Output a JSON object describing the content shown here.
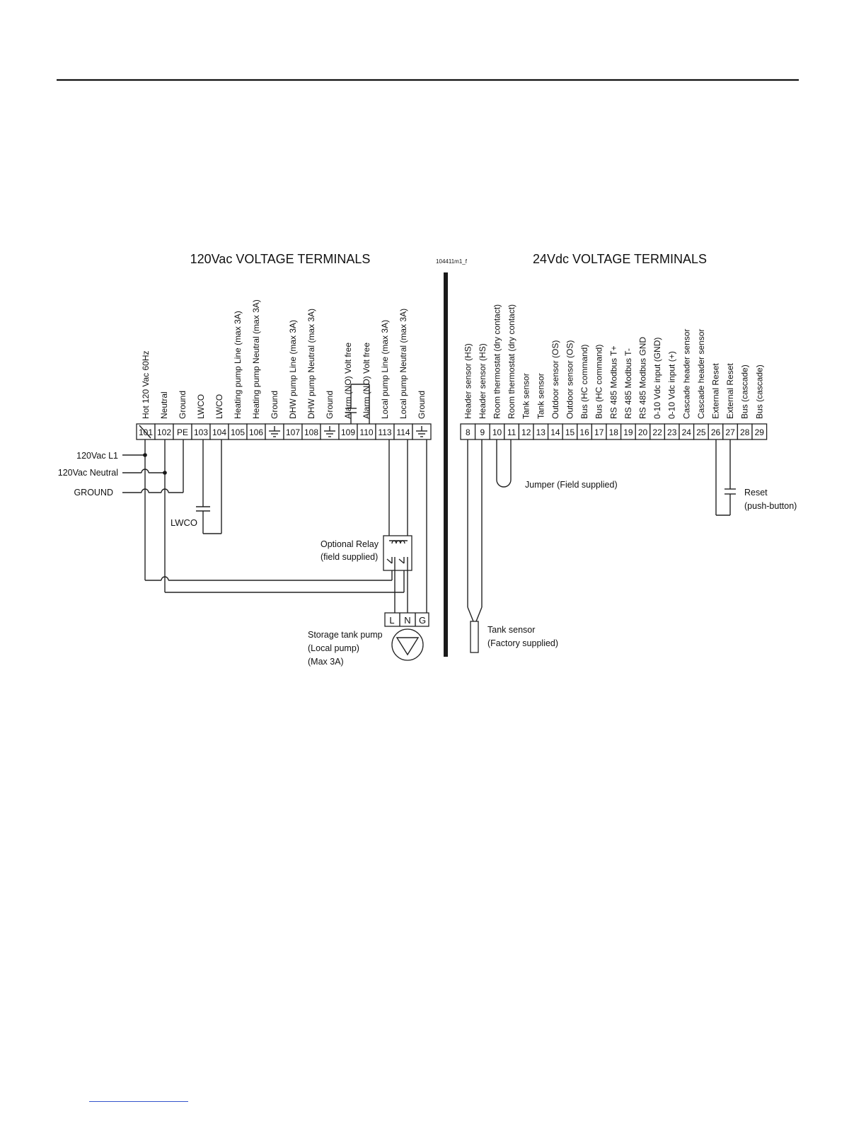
{
  "header_rule_color": "#111111",
  "titles": {
    "left": "120Vac VOLTAGE TERMINALS",
    "right": "24Vdc VOLTAGE TERMINALS",
    "figure_code": "104411m1_f"
  },
  "left_terminals": [
    {
      "num": "101",
      "label": "Hot 120 Vac 60Hz"
    },
    {
      "num": "102",
      "label": "Neutral"
    },
    {
      "num": "PE",
      "label": "Ground"
    },
    {
      "num": "103",
      "label": "LWCO"
    },
    {
      "num": "104",
      "label": "LWCO"
    },
    {
      "num": "105",
      "label": "Heating pump Line (max 3A)"
    },
    {
      "num": "106",
      "label": "Heating pump Neutral (max 3A)"
    },
    {
      "num": "",
      "label": "Ground",
      "ground": true
    },
    {
      "num": "107",
      "label": "DHW pump Line (max 3A)"
    },
    {
      "num": "108",
      "label": "DHW pump Neutral (max 3A)"
    },
    {
      "num": "",
      "label": "Ground",
      "ground": true
    },
    {
      "num": "109",
      "label": "Alarm (NO) Volt free"
    },
    {
      "num": "110",
      "label": "Alarm (NO) Volt free"
    },
    {
      "num": "113",
      "label": "Local pump Line (max 3A)"
    },
    {
      "num": "114",
      "label": "Local pump Neutral  (max 3A)"
    },
    {
      "num": "",
      "label": "Ground",
      "ground": true
    }
  ],
  "right_terminals": [
    {
      "num": "8",
      "label": "Header sensor (HS)"
    },
    {
      "num": "9",
      "label": "Header sensor (HS)"
    },
    {
      "num": "10",
      "label": "Room thermostat (dry contact)"
    },
    {
      "num": "11",
      "label": "Room thermostat (dry contact)"
    },
    {
      "num": "12",
      "label": "Tank sensor"
    },
    {
      "num": "13",
      "label": "Tank sensor"
    },
    {
      "num": "14",
      "label": "Outdoor sensor (OS)"
    },
    {
      "num": "15",
      "label": "Outdoor sensor (OS)"
    },
    {
      "num": "16",
      "label": "Bus (HC command)"
    },
    {
      "num": "17",
      "label": "Bus (HC command)"
    },
    {
      "num": "18",
      "label": "RS 485 Modbus T+"
    },
    {
      "num": "19",
      "label": "RS 485 Modbus T-"
    },
    {
      "num": "20",
      "label": "RS 485 Modbus GND"
    },
    {
      "num": "22",
      "label": "0-10 Vdc input (GND)"
    },
    {
      "num": "23",
      "label": "0-10 Vdc input (+)"
    },
    {
      "num": "24",
      "label": "Cascade header sensor"
    },
    {
      "num": "25",
      "label": "Cascade header sensor"
    },
    {
      "num": "26",
      "label": "External Reset"
    },
    {
      "num": "27",
      "label": "External Reset"
    },
    {
      "num": "28",
      "label": "Bus (cascade)"
    },
    {
      "num": "29",
      "label": "Bus (cascade)"
    }
  ],
  "incoming": {
    "l1": "120Vac L1",
    "neutral": "120Vac Neutral",
    "ground": "GROUND"
  },
  "lwco_label": "LWCO",
  "relay": {
    "line1": "Optional Relay",
    "line2": "(field supplied)"
  },
  "pump_terminals": {
    "l": "L",
    "n": "N",
    "g": "G"
  },
  "pump_label": {
    "line1": "Storage tank pump",
    "line2": "(Local pump)",
    "line3": "(Max 3A)"
  },
  "jumper_label": "Jumper (Field supplied)",
  "reset_label": {
    "line1": "Reset",
    "line2": "(push-button)"
  },
  "tank_sensor_label": {
    "line1": "Tank sensor",
    "line2": "(Factory supplied)"
  }
}
